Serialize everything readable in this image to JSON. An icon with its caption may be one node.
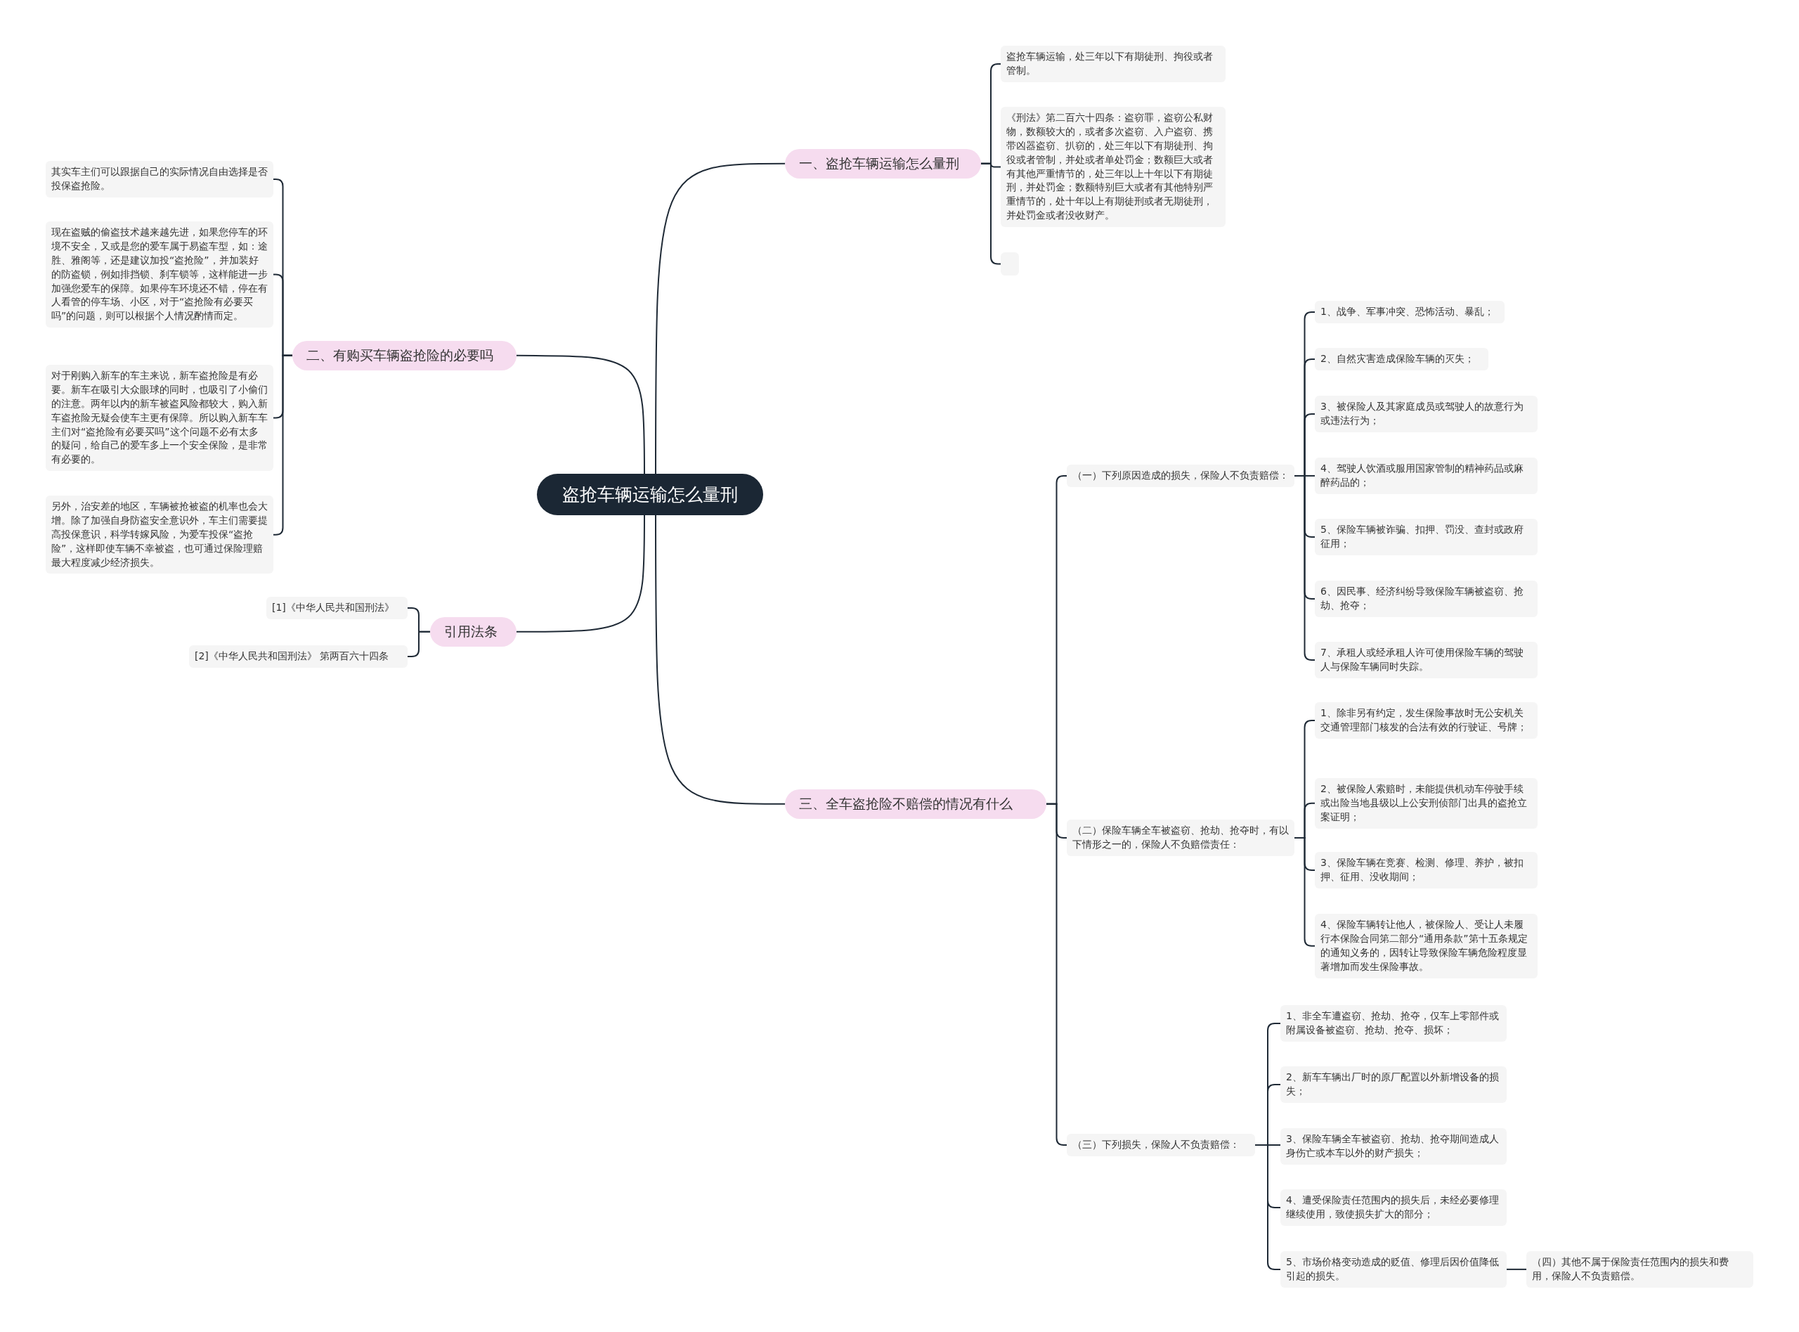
{
  "diagram": {
    "nodes": [
      {
        "text": [
          "盗抢车辆运输怎么量刑"
        ]
      },
      {
        "text": [
          "一、盗抢车辆运输怎么量刑"
        ]
      },
      {
        "text": [
          "盗抢车辆运输，处三年以下有期徒刑、拘役或者管制。"
        ]
      },
      {
        "text": [
          "《刑法》第二百六十四条：盗窃罪，盗窃公私财物，数额较大的，或者多次盗窃、入户盗窃、携带凶器盗窃、扒窃的，处三年以下有期徒刑、拘役或者管制，并处或者单处罚金；数额巨大或者有其他严重情节的，处三年以上十年以下有期徒刑，并处罚金；数额特别巨大或者有其他特别严重情节的，处十年以上有期徒刑或者无期徒刑，并处罚金或者没收财产。"
        ]
      },
      {
        "text": [],
        "shape": "box"
      },
      {
        "text": [
          "二、有购买车辆盗抢险的必要吗"
        ]
      },
      {
        "text": [
          "其实车主们可以跟据自己的实际情况自由选择是否投保盗抢险。"
        ]
      },
      {
        "text": [
          "现在盗贼的偷盗技术越来越先进，如果您停车的环境不安全，又或是您的爱车属于易盗车型，如：途胜、雅阁等，还是建议加投“盗抢险”，并加装好的防盗锁，例如排挡锁、刹车锁等，这样能进一步加强您爱车的保障。如果停车环境还不错，停在有人看管的停车场、小区，对于“盗抢险有必要买吗”的问题，则可以根据个人情况酌情而定。"
        ]
      },
      {
        "text": [
          "对于刚购入新车的车主来说，新车盗抢险是有必要。新车在吸引大众眼球的同时，也吸引了小偷们的注意。两年以内的新车被盗风险都较大，购入新车盗抢险无疑会使车主更有保障。所以购入新车车主们对“盗抢险有必要买吗”这个问题不必有太多的疑问，给自己的爱车多上一个安全保险，是非常有必要的。"
        ]
      },
      {
        "text": [
          "另外，治安差的地区，车辆被抢被盗的机率也会大增。除了加强自身防盗安全意识外，车主们需要提高投保意识，科学转嫁风险，为爱车投保“盗抢险”，这样即使车辆不幸被盗，也可通过保险理赔最大程度减少经济损失。"
        ]
      },
      {
        "text": [
          "引用法条"
        ]
      },
      {
        "text": [
          "[1]《中华人民共和国刑法》"
        ]
      },
      {
        "text": [
          "[2]《中华人民共和国刑法》 第两百六十四条"
        ]
      },
      {
        "text": [
          "三、全车盗抢险不赔偿的情况有什么"
        ]
      },
      {
        "text": [
          "（一）下列原因造成的损失，保险人不负责赔偿："
        ]
      },
      {
        "text": [
          "1、战争、军事冲突、恐怖活动、暴乱；"
        ]
      },
      {
        "text": [
          "2、自然灾害造成保险车辆的灭失；"
        ]
      },
      {
        "text": [
          "3、被保险人及其家庭成员或驾驶人的故意行为或违法行为；"
        ]
      },
      {
        "text": [
          "4、驾驶人饮酒或服用国家管制的精神药品或麻醉药品的；"
        ]
      },
      {
        "text": [
          "5、保险车辆被诈骗、扣押、罚没、查封或政府征用；"
        ]
      },
      {
        "text": [
          "6、因民事、经济纠纷导致保险车辆被盗窃、抢劫、抢夺；"
        ]
      },
      {
        "text": [
          "7、承租人或经承租人许可使用保险车辆的驾驶人与保险车辆同时失踪。"
        ]
      },
      {
        "text": [
          "（二）保险车辆全车被盗窃、抢劫、抢夺时，有以下情形之一的，保险人不负赔偿责任："
        ]
      },
      {
        "text": [
          "1、除非另有约定，发生保险事故时无公安机关交通管理部门核发的合法有效的行驶证、号牌；"
        ]
      },
      {
        "text": [
          "2、被保险人索赔时，未能提供机动车停驶手续或出险当地县级以上公安刑侦部门出具的盗抢立案证明；"
        ]
      },
      {
        "text": [
          "3、保险车辆在竞赛、检测、修理、养护，被扣押、征用、没收期间；"
        ]
      },
      {
        "text": [
          "4、保险车辆转让他人，被保险人、受让人未履行本保险合同第二部分“通用条款”第十五条规定的通知义务的，因转让导致保险车辆危险程度显著增加而发生保险事故。"
        ]
      },
      {
        "text": [
          "（三）下列损失，保险人不负责赔偿："
        ]
      },
      {
        "text": [
          "1、非全车遭盗窃、抢劫、抢夺，仅车上零部件或附属设备被盗窃、抢劫、抢夺、损坏；"
        ]
      },
      {
        "text": [
          "2、新车车辆出厂时的原厂配置以外新增设备的损失；"
        ]
      },
      {
        "text": [
          "3、保险车辆全车被盗窃、抢劫、抢夺期间造成人身伤亡或本车以外的财产损失；"
        ]
      },
      {
        "text": [
          "4、遭受保险责任范围内的损失后，未经必要修理继续使用，致使损失扩大的部分；"
        ]
      },
      {
        "text": [
          "5、市场价格变动造成的贬值、修理后因价值降低引起的损失。"
        ]
      },
      {
        "text": [
          "（四）其他不属于保险责任范围内的损失和费用，保险人不负责赔偿。"
        ]
      }
    ],
    "edges": [
      {
        "from": 0,
        "to": 1,
        "arrow": "none"
      },
      {
        "from": 0,
        "to": 5,
        "arrow": "none"
      },
      {
        "from": 0,
        "to": 10,
        "arrow": "none"
      },
      {
        "from": 0,
        "to": 13,
        "arrow": "none"
      },
      {
        "from": 1,
        "to": 2,
        "arrow": "none"
      },
      {
        "from": 1,
        "to": 3,
        "arrow": "none"
      },
      {
        "from": 1,
        "to": 4,
        "arrow": "none"
      },
      {
        "from": 5,
        "to": 6,
        "arrow": "none"
      },
      {
        "from": 5,
        "to": 7,
        "arrow": "none"
      },
      {
        "from": 5,
        "to": 8,
        "arrow": "none"
      },
      {
        "from": 5,
        "to": 9,
        "arrow": "none"
      },
      {
        "from": 10,
        "to": 11,
        "arrow": "none"
      },
      {
        "from": 10,
        "to": 12,
        "arrow": "none"
      },
      {
        "from": 13,
        "to": 14,
        "arrow": "none"
      },
      {
        "from": 13,
        "to": 22,
        "arrow": "none"
      },
      {
        "from": 13,
        "to": 27,
        "arrow": "none"
      },
      {
        "from": 14,
        "to": 15,
        "arrow": "none"
      },
      {
        "from": 14,
        "to": 16,
        "arrow": "none"
      },
      {
        "from": 14,
        "to": 17,
        "arrow": "none"
      },
      {
        "from": 14,
        "to": 18,
        "arrow": "none"
      },
      {
        "from": 14,
        "to": 19,
        "arrow": "none"
      },
      {
        "from": 14,
        "to": 20,
        "arrow": "none"
      },
      {
        "from": 14,
        "to": 21,
        "arrow": "none"
      },
      {
        "from": 22,
        "to": 23,
        "arrow": "none"
      },
      {
        "from": 22,
        "to": 24,
        "arrow": "none"
      },
      {
        "from": 22,
        "to": 25,
        "arrow": "none"
      },
      {
        "from": 22,
        "to": 26,
        "arrow": "none"
      },
      {
        "from": 27,
        "to": 28,
        "arrow": "none"
      },
      {
        "from": 27,
        "to": 29,
        "arrow": "none"
      },
      {
        "from": 27,
        "to": 30,
        "arrow": "none"
      },
      {
        "from": 27,
        "to": 31,
        "arrow": "none"
      },
      {
        "from": 27,
        "to": 32,
        "arrow": "none"
      },
      {
        "from": 32,
        "to": 33,
        "arrow": "none"
      }
    ]
  }
}
